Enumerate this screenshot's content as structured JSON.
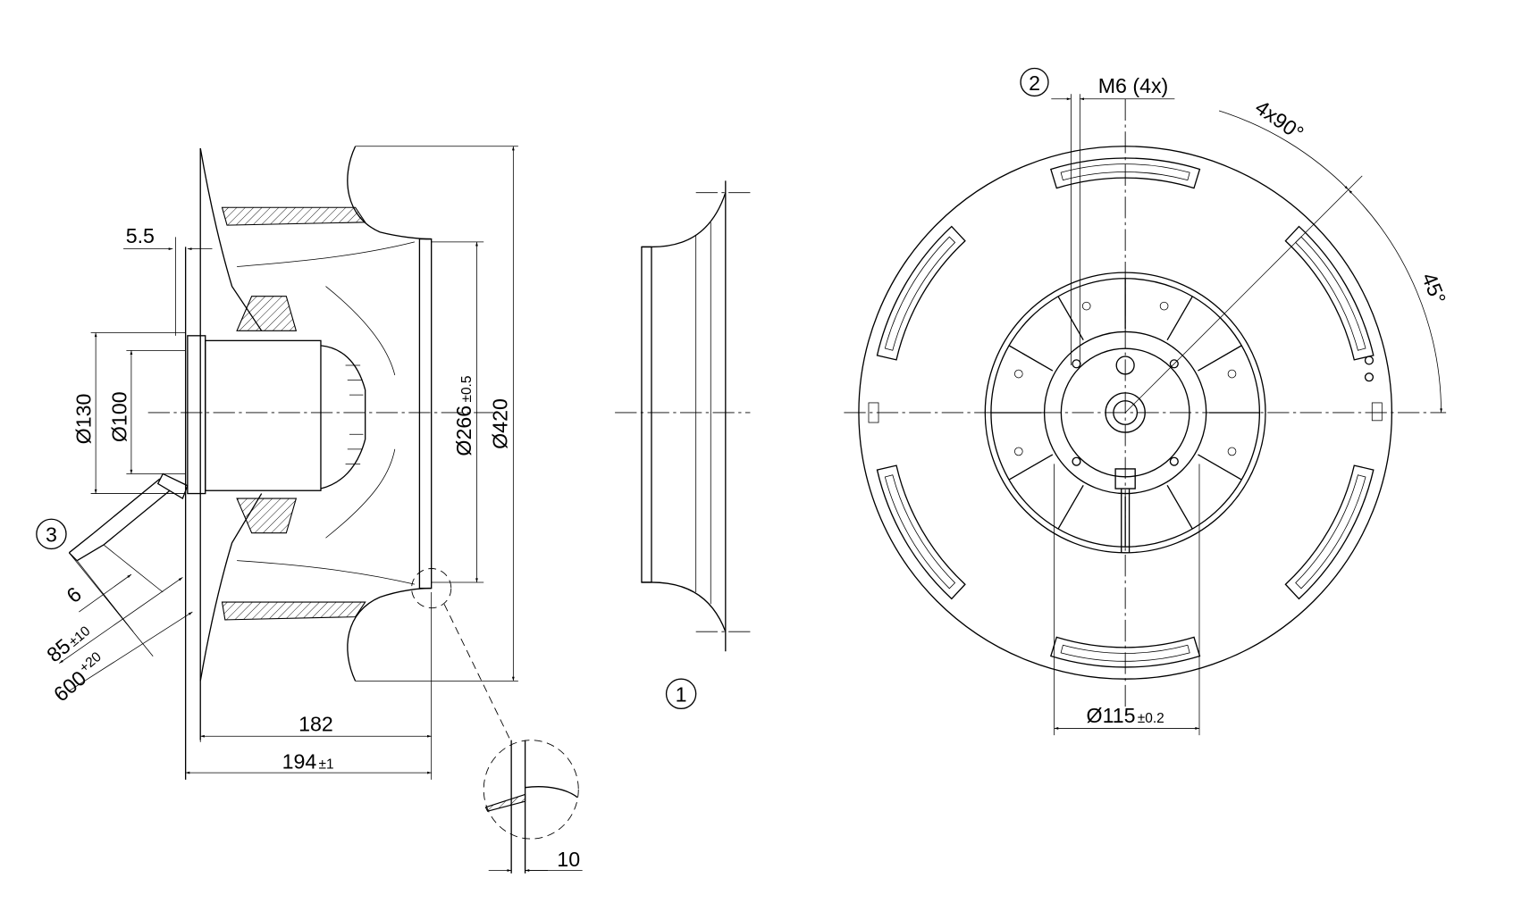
{
  "title": "Fan dimension drawing",
  "side_view": {
    "dim_5_5": "5.5",
    "dim_d130": "Ø130",
    "dim_d100": "Ø100",
    "dim_d266": "Ø266",
    "dim_d266_tol": "±0.5",
    "dim_d420": "Ø420",
    "dim_182": "182",
    "dim_194": "194",
    "dim_194_tol": "±1",
    "dim_10": "10",
    "cable_dim_6": "6",
    "cable_dim_85": "85",
    "cable_dim_85_tol": "±10",
    "cable_dim_600": "600",
    "cable_dim_600_tol": "+20",
    "callout_3": "3"
  },
  "inlet_ring": {
    "callout_1": "1"
  },
  "front_view": {
    "callout_2": "2",
    "thread_label": "M6 (4x)",
    "angle_4x90": "4x90°",
    "angle_45": "45°",
    "dim_d115": "Ø115",
    "dim_d115_tol": "±0.2"
  }
}
